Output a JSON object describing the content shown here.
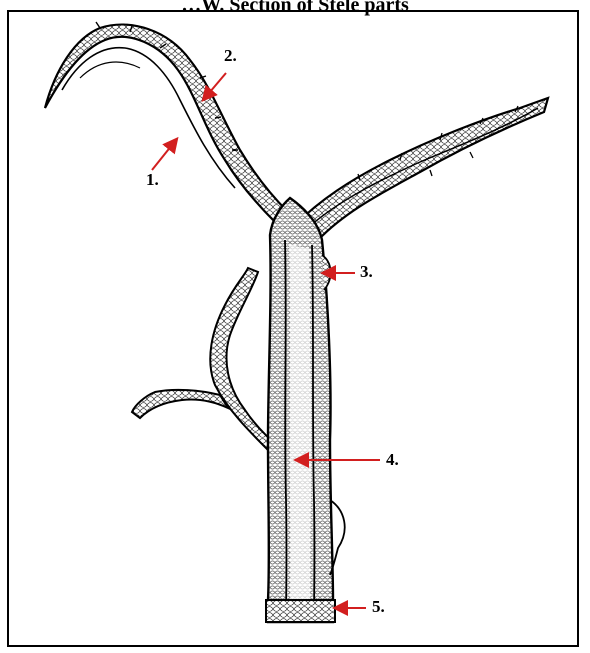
{
  "figure": {
    "title": "…W. Section of Stele parts",
    "arrow_color": "#d21f1f",
    "line_color": "#000000",
    "callouts": [
      {
        "id": "callout-1",
        "text": "1."
      },
      {
        "id": "callout-2",
        "text": "2."
      },
      {
        "id": "callout-3",
        "text": "3."
      },
      {
        "id": "callout-4",
        "text": "4."
      },
      {
        "id": "callout-5",
        "text": "5."
      }
    ]
  }
}
